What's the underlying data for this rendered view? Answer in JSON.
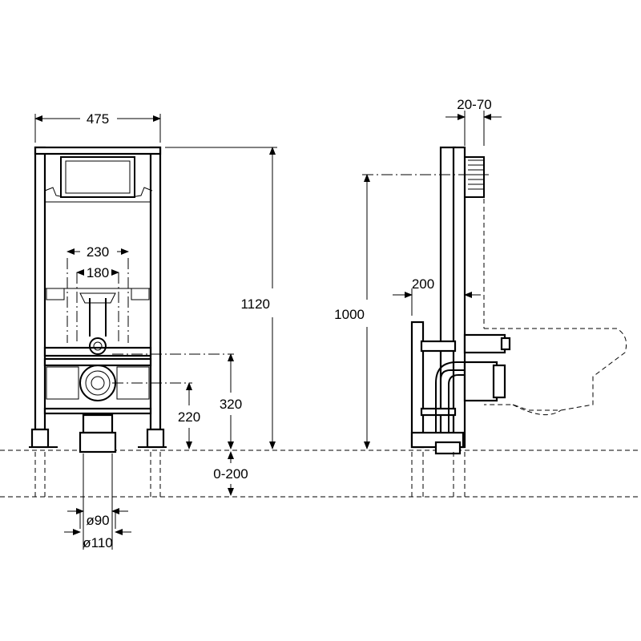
{
  "dimensions": {
    "frame_width": "475",
    "frame_height": "1120",
    "flush_height": "1000",
    "inner_230": "230",
    "inner_180": "180",
    "outlet_320": "320",
    "outlet_220": "220",
    "floor_adjust": "0-200",
    "pipe_90": "ø90",
    "pipe_110": "ø110",
    "wall_depth": "20-70",
    "side_200": "200"
  }
}
